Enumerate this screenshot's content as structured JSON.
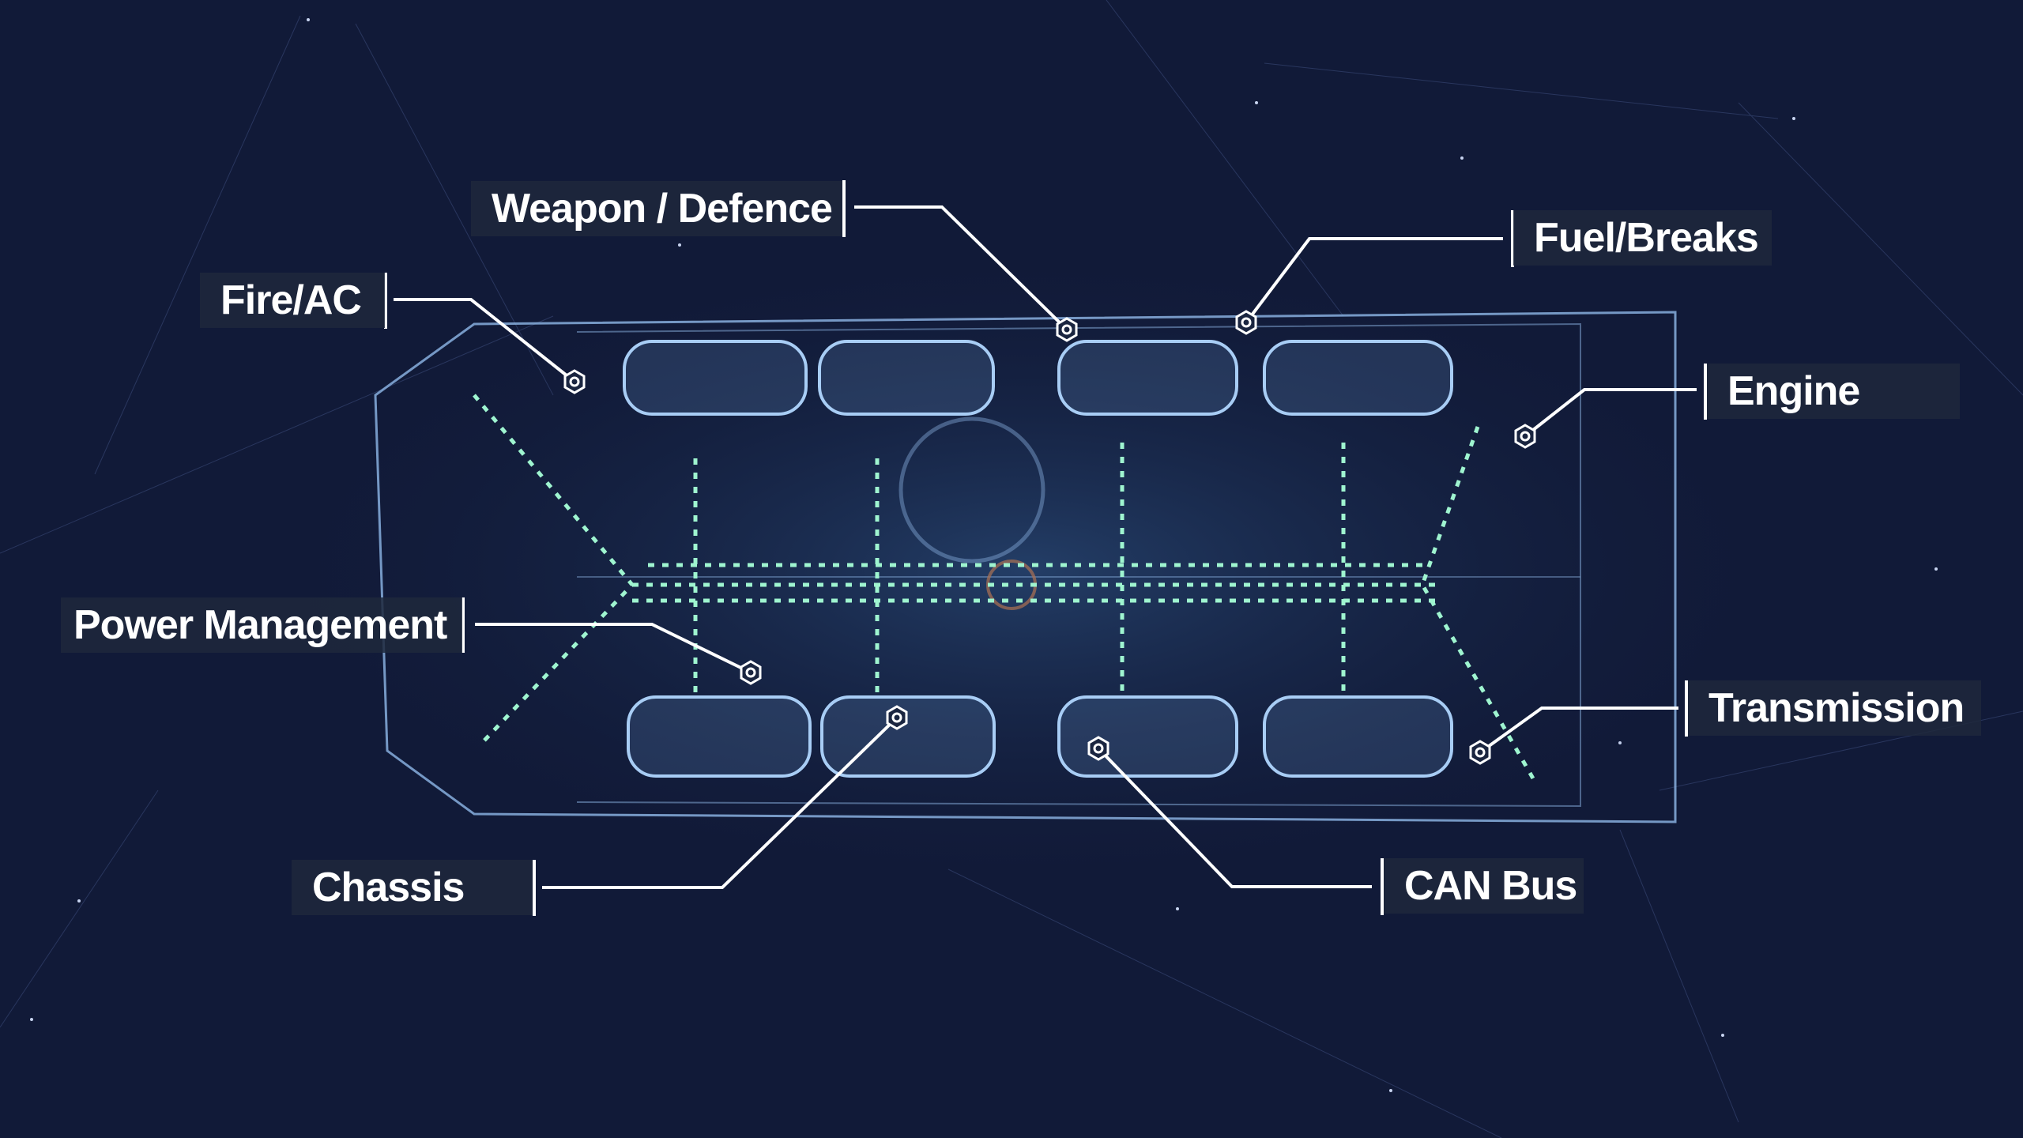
{
  "labels": {
    "weapon_defence": "Weapon / Defence",
    "fire_ac": "Fire/AC",
    "fuel_breaks": "Fuel/Breaks",
    "engine": "Engine",
    "power_management": "Power Management",
    "transmission": "Transmission",
    "chassis": "Chassis",
    "can_bus": "CAN Bus"
  },
  "colors": {
    "background": "#111a38",
    "wireframe": "#8fb8e8",
    "network": "#9ff5d0",
    "label_bg": "#1e283c",
    "leader": "#ffffff"
  },
  "icons": {
    "marker": "hexagon-node-icon"
  }
}
